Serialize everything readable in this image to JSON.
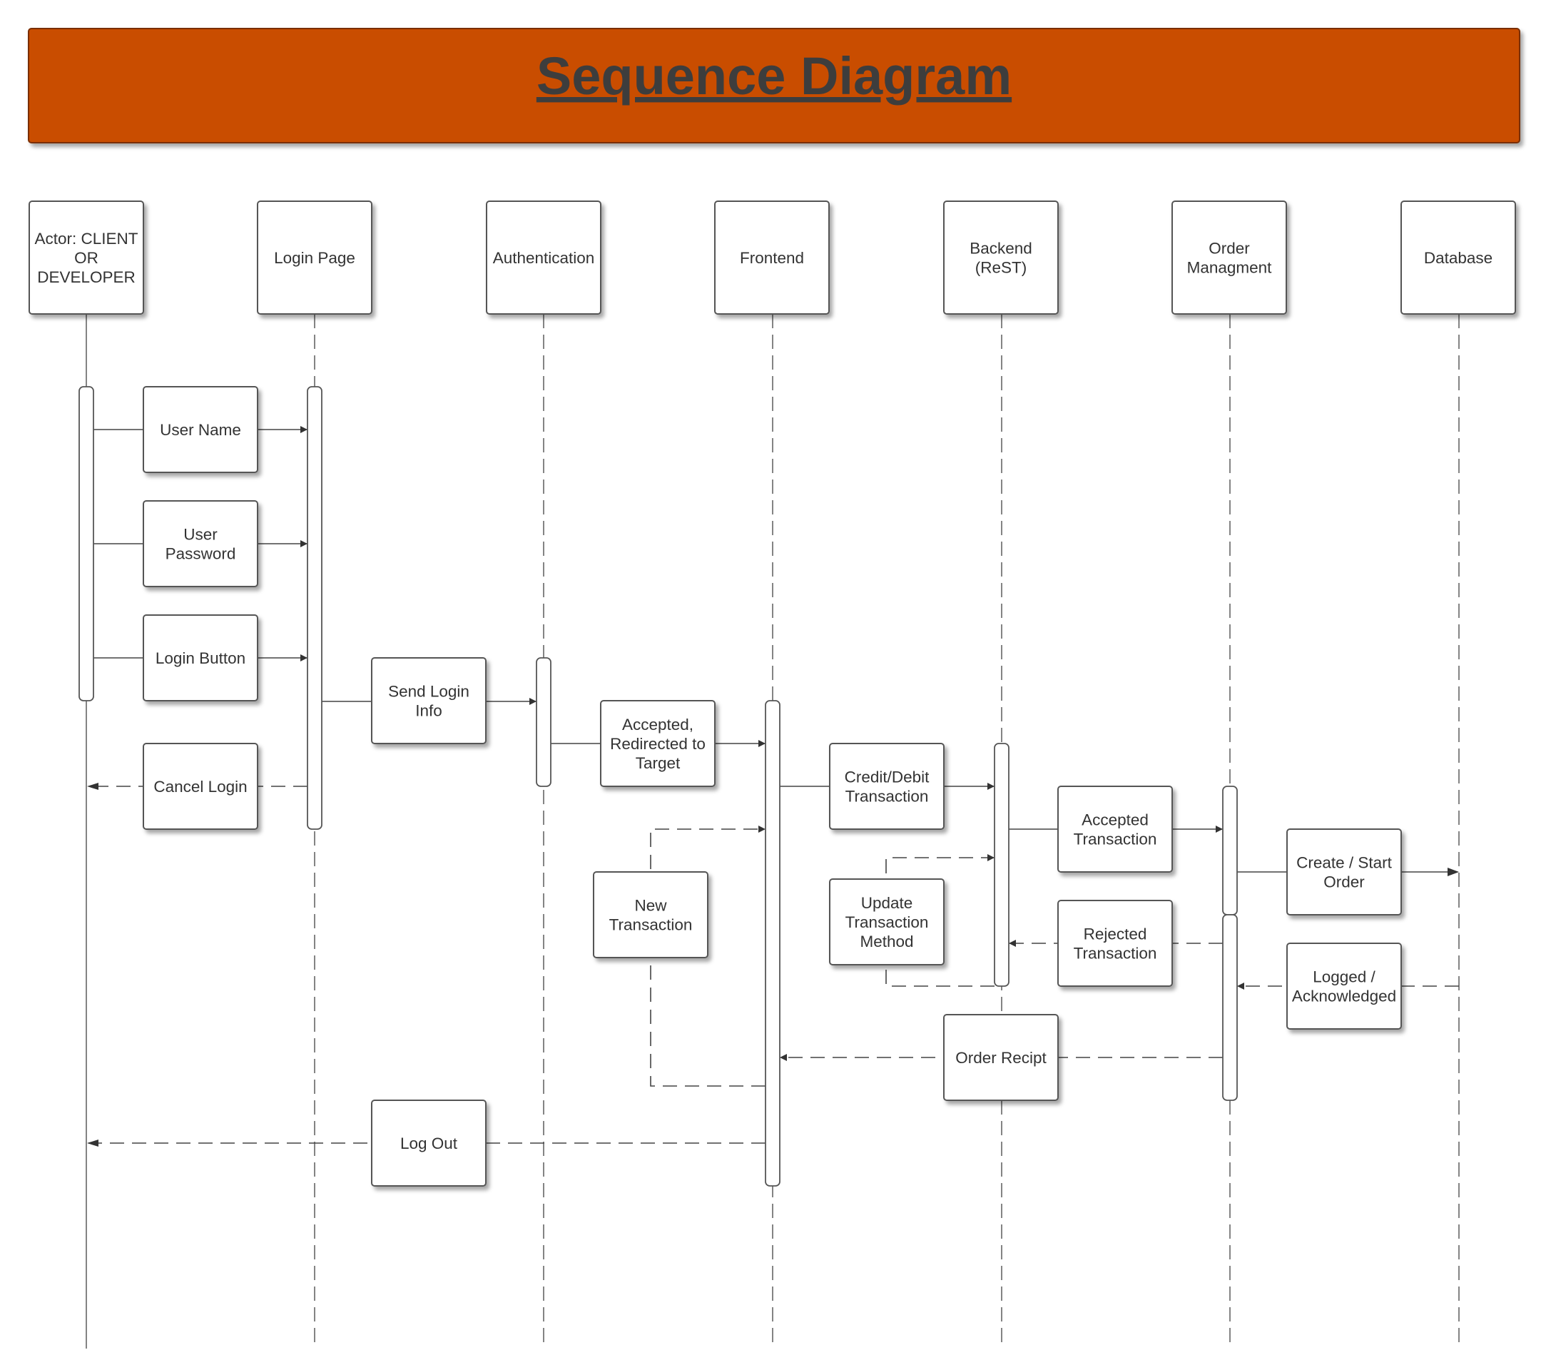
{
  "header": {
    "title": "Sequence Diagram",
    "bg_color": "#c94e05",
    "title_color": "#3d3d3d"
  },
  "participants": [
    {
      "id": "actor",
      "lines": [
        "Actor: CLIENT",
        "OR",
        "DEVELOPER"
      ]
    },
    {
      "id": "login-page",
      "lines": [
        "Login Page"
      ]
    },
    {
      "id": "authentication",
      "lines": [
        "Authentication"
      ]
    },
    {
      "id": "frontend",
      "lines": [
        "Frontend"
      ]
    },
    {
      "id": "backend",
      "lines": [
        "Backend",
        "(ReST)"
      ]
    },
    {
      "id": "order-managment",
      "lines": [
        "Order",
        "Managment"
      ]
    },
    {
      "id": "database",
      "lines": [
        "Database"
      ]
    }
  ],
  "messages": [
    {
      "id": "user-name",
      "lines": [
        "User Name"
      ],
      "from": "actor",
      "to": "login-page",
      "style": "solid"
    },
    {
      "id": "user-password",
      "lines": [
        "User",
        "Password"
      ],
      "from": "actor",
      "to": "login-page",
      "style": "solid"
    },
    {
      "id": "login-button",
      "lines": [
        "Login Button"
      ],
      "from": "actor",
      "to": "login-page",
      "style": "solid"
    },
    {
      "id": "send-login-info",
      "lines": [
        "Send Login",
        "Info"
      ],
      "from": "login-page",
      "to": "authentication",
      "style": "solid"
    },
    {
      "id": "accepted-redirected",
      "lines": [
        "Accepted,",
        "Redirected to",
        "Target"
      ],
      "from": "authentication",
      "to": "frontend",
      "style": "solid"
    },
    {
      "id": "cancel-login",
      "lines": [
        "Cancel Login"
      ],
      "from": "login-page",
      "to": "actor",
      "style": "dashed"
    },
    {
      "id": "credit-debit",
      "lines": [
        "Credit/Debit",
        "Transaction"
      ],
      "from": "frontend",
      "to": "backend",
      "style": "solid"
    },
    {
      "id": "accepted-transaction",
      "lines": [
        "Accepted",
        "Transaction"
      ],
      "from": "backend",
      "to": "order-managment",
      "style": "solid"
    },
    {
      "id": "create-start-order",
      "lines": [
        "Create / Start",
        "Order"
      ],
      "from": "order-managment",
      "to": "database",
      "style": "solid"
    },
    {
      "id": "new-transaction",
      "lines": [
        "New",
        "Transaction"
      ],
      "from": "frontend",
      "to": "frontend",
      "style": "dashed"
    },
    {
      "id": "update-transaction-method",
      "lines": [
        "Update",
        "Transaction",
        "Method"
      ],
      "from": "backend",
      "to": "backend",
      "style": "dashed"
    },
    {
      "id": "rejected-transaction",
      "lines": [
        "Rejected",
        "Transaction"
      ],
      "from": "order-managment",
      "to": "backend",
      "style": "dashed"
    },
    {
      "id": "logged-acknowledged",
      "lines": [
        "Logged /",
        "Acknowledged"
      ],
      "from": "database",
      "to": "order-managment",
      "style": "dashed"
    },
    {
      "id": "order-recipt",
      "lines": [
        "Order Recipt"
      ],
      "from": "order-managment",
      "to": "frontend",
      "style": "dashed"
    },
    {
      "id": "log-out",
      "lines": [
        "Log Out"
      ],
      "from": "frontend",
      "to": "actor",
      "style": "dashed"
    }
  ]
}
